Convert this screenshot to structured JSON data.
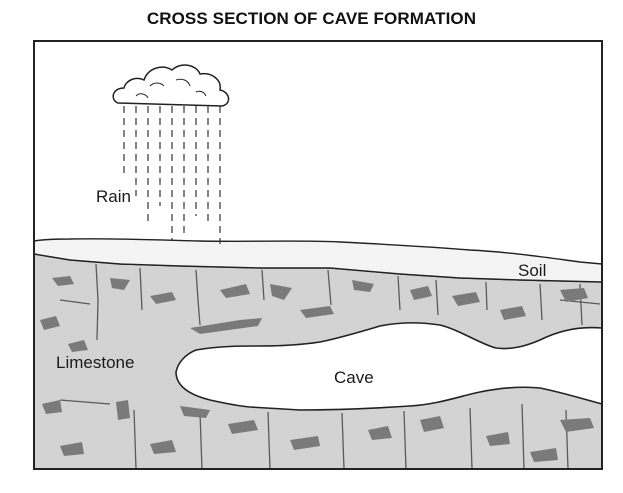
{
  "title": "CROSS SECTION OF CAVE FORMATION",
  "labels": {
    "rain": "Rain",
    "soil": "Soil",
    "limestone": "Limestone",
    "cave": "Cave"
  },
  "icons": {
    "cloud": "cloud-icon",
    "rain": "rain-streaks"
  },
  "colors": {
    "limestone": "#d3d3d3",
    "soil": "#f4f4f4",
    "cracks": "#7a7a7a",
    "outline": "#222222"
  }
}
